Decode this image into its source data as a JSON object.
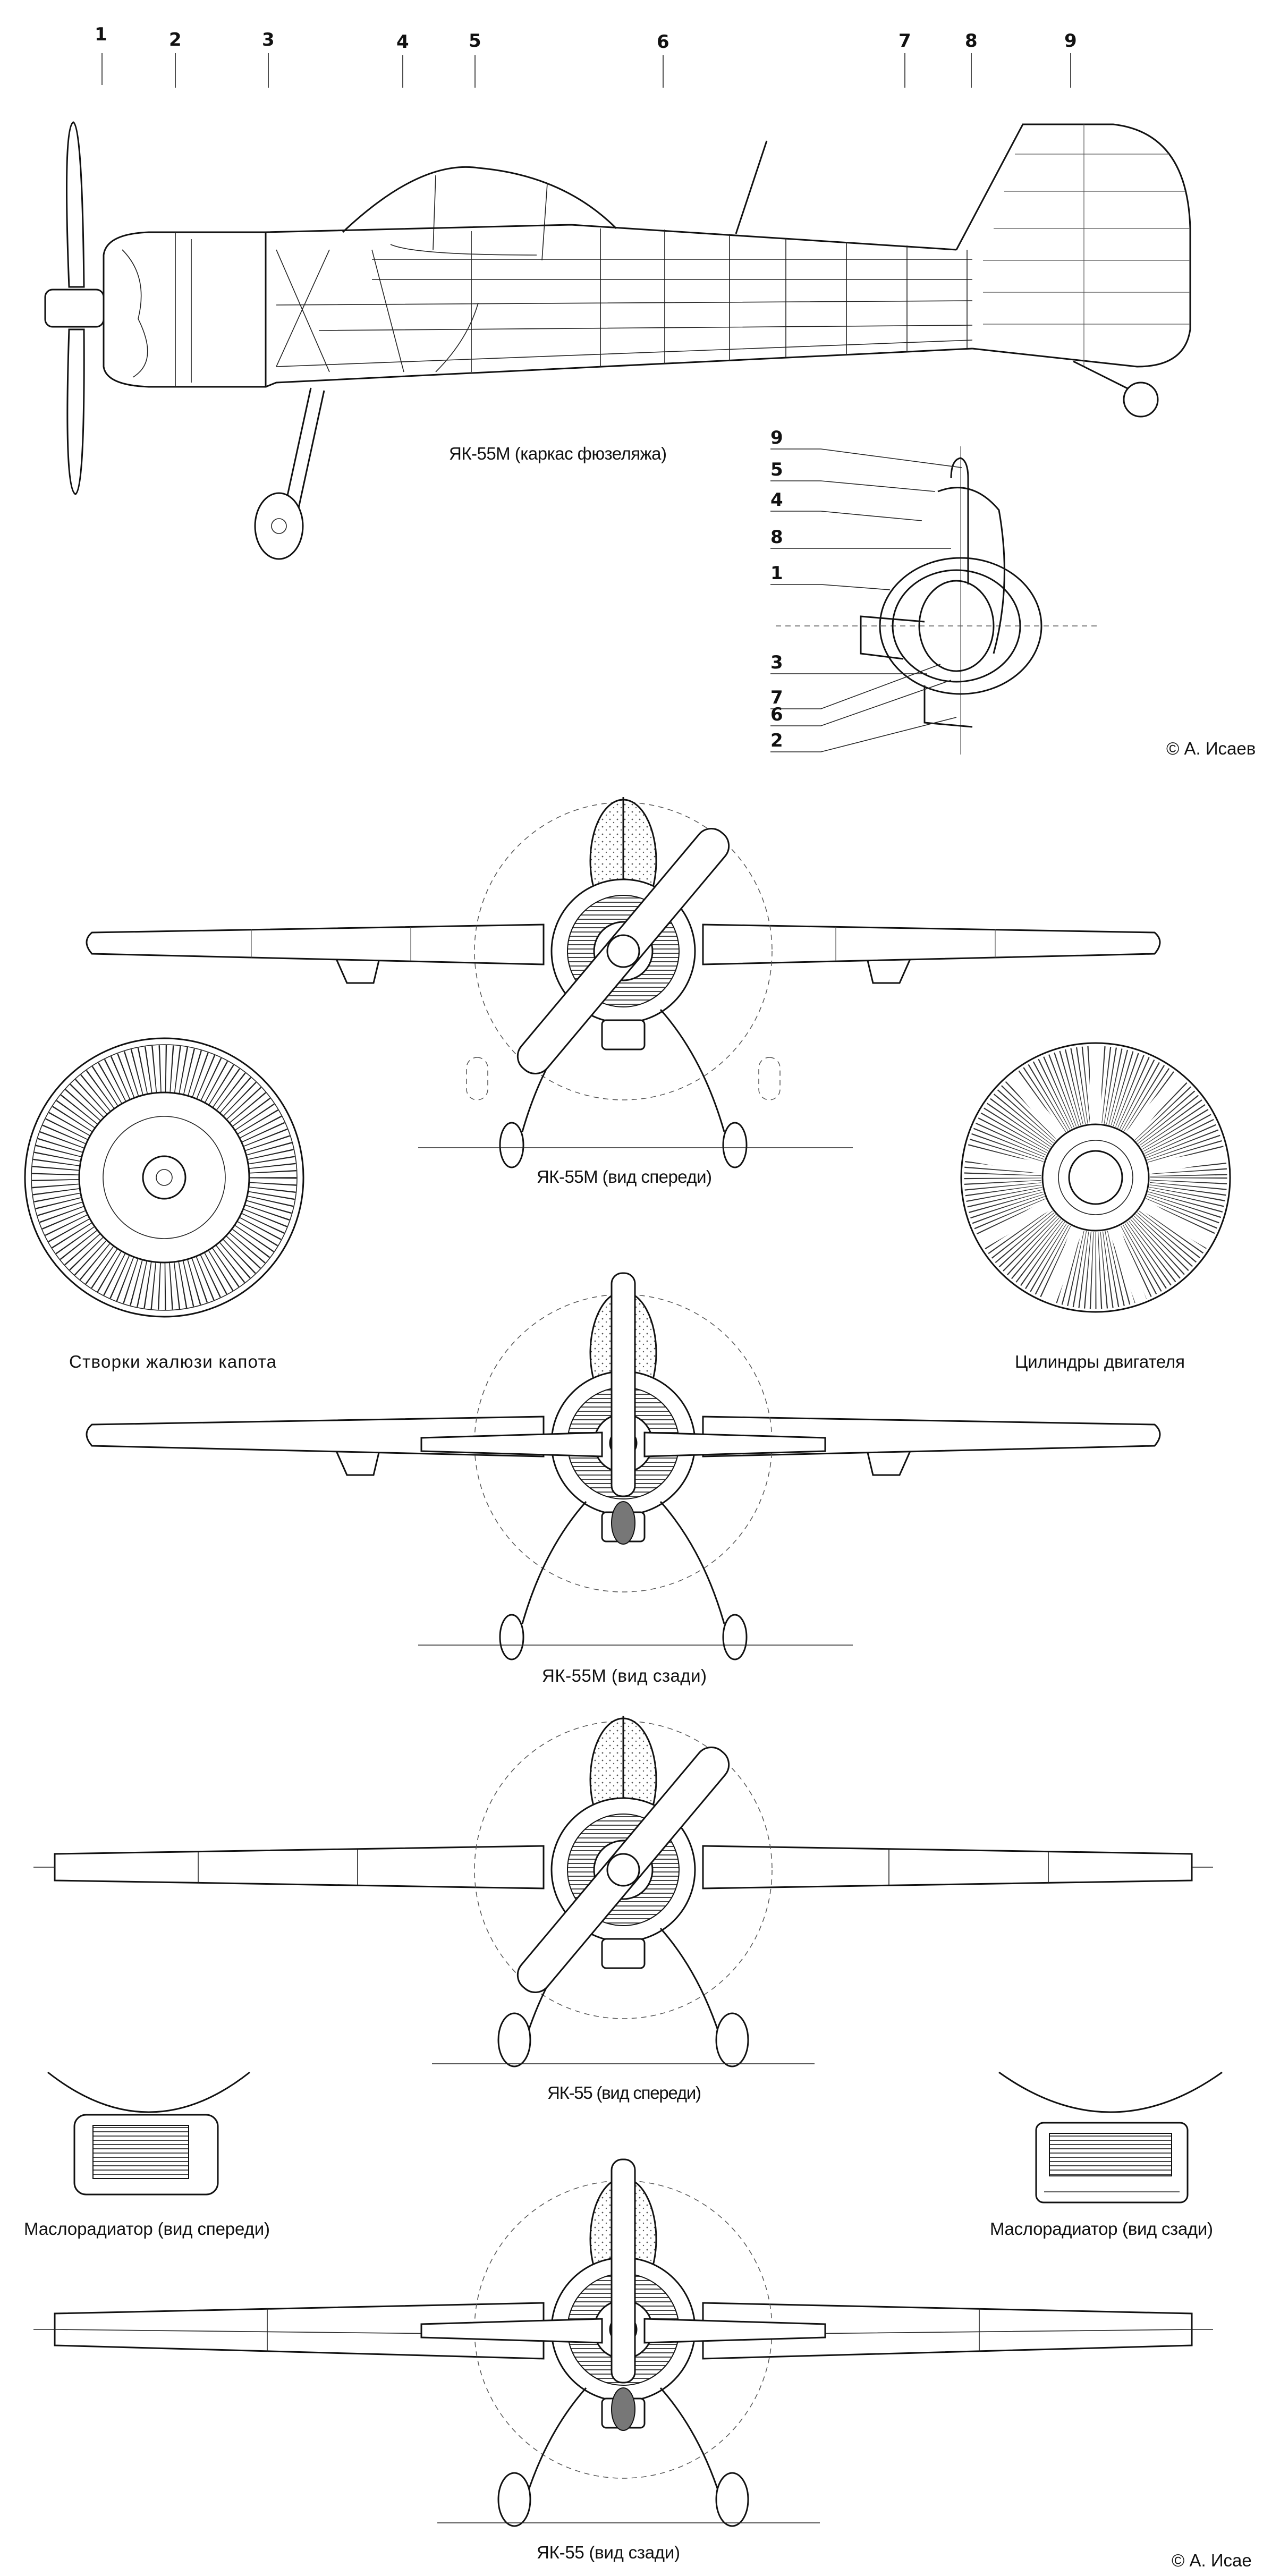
{
  "side_view": {
    "callouts": [
      "1",
      "2",
      "3",
      "4",
      "5",
      "6",
      "7",
      "8",
      "9"
    ],
    "caption": "ЯК-55М (каркас фюзеляжа)"
  },
  "cross_section": {
    "callouts": [
      "9",
      "5",
      "4",
      "8",
      "1",
      "3",
      "7",
      "6",
      "2"
    ]
  },
  "copyright_top": "© А. Исаев",
  "views": {
    "yak55m_front": "ЯК-55М (вид спереди)",
    "cowl_shutters": "Створки жалюзи капота",
    "cylinders": "Цилиндры двигателя",
    "yak55m_rear": "ЯК-55М (вид сзади)",
    "yak55_front": "ЯК-55 (вид спереди)",
    "oil_cooler_front": "Маслорадиатор (вид спереди)",
    "oil_cooler_rear": "Маслорадиатор (вид сзади)",
    "yak55_rear": "ЯК-55 (вид сзади)"
  },
  "copyright_bottom": "© А. Исае"
}
